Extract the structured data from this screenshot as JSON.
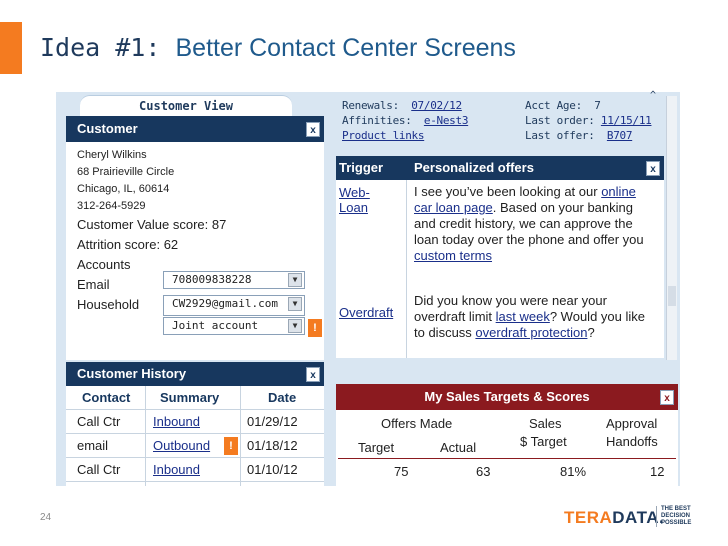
{
  "slide": {
    "title_prefix": "Idea #1:",
    "title_main": "Better Contact Center Screens",
    "page_number": "24"
  },
  "tab": {
    "label": "Customer View"
  },
  "customer": {
    "header": "Customer",
    "close": "x",
    "name": "Cheryl Wilkins",
    "address": "68 Prairieville Circle",
    "city": "Chicago, IL, 60614",
    "phone": "312-264-5929",
    "value_score": "Customer Value score:  87",
    "attrition_score": "Attrition score: 62",
    "accounts_label": "Accounts",
    "email_label": "Email",
    "email_value": "708009838228",
    "household_label": "Household",
    "household_value": "CW2929@gmail.com",
    "joint_value": "Joint account",
    "warn": "!"
  },
  "info": {
    "renewals_label": "Renewals:",
    "renewals_value": "07/02/12",
    "affinities_label": "Affinities:",
    "affinities_value": "e-Nest3",
    "product_links": "Product links",
    "acct_age_label": "Acct Age:",
    "acct_age_value": "7",
    "last_order_label": "Last order:",
    "last_order_value": "11/15/11",
    "last_offer_label": "Last offer:",
    "last_offer_value": "B707",
    "caret": "^"
  },
  "offers": {
    "col_trigger": "Trigger",
    "col_offers": "Personalized offers",
    "close": "x",
    "rows": [
      {
        "trigger_l1": "Web-",
        "trigger_l2": "Loan",
        "text_1": "I see you’ve been looking at our",
        "link_1": "online car loan page",
        "text_2": ". Based on your banking and credit history, we can approve the loan today over the phone and offer you ",
        "link_2": "custom terms"
      },
      {
        "trigger_l1": "Overdraft",
        "text_1": "Did you know you were near your overdraft limit ",
        "link_1": "last week",
        "text_2": "?  Would you like to discuss ",
        "link_2": "overdraft protection",
        "text_3": "?"
      }
    ]
  },
  "history": {
    "header": "Customer History",
    "close": "x",
    "columns": [
      "Contact",
      "Summary",
      "Date"
    ],
    "rows": [
      {
        "contact": "Call Ctr",
        "summary": "Inbound",
        "date": "01/29/12"
      },
      {
        "contact": "email",
        "summary": "Outbound",
        "date": "01/18/12",
        "flag": "!"
      },
      {
        "contact": "Call Ctr",
        "summary": "Inbound",
        "date": "01/10/12"
      }
    ]
  },
  "sales": {
    "header": "My Sales Targets & Scores",
    "close": "x",
    "offers_made": "Offers Made",
    "sales_label": "Sales",
    "sales_target": "$ Target",
    "approval": "Approval",
    "handoffs": "Handoffs",
    "target": "Target",
    "actual": "Actual",
    "target_value": "75",
    "actual_value": "63",
    "sales_value": "81%",
    "handoffs_value": "12"
  },
  "brand": {
    "logo_part1": "TERA",
    "logo_part2": "DATA.",
    "tagline": "THE BEST DECISION POSSIBLE"
  },
  "colors": {
    "accent": "#f47b20",
    "navy": "#17375e",
    "maroon": "#8b1a1f",
    "panel_bg": "#d9e6f2"
  }
}
